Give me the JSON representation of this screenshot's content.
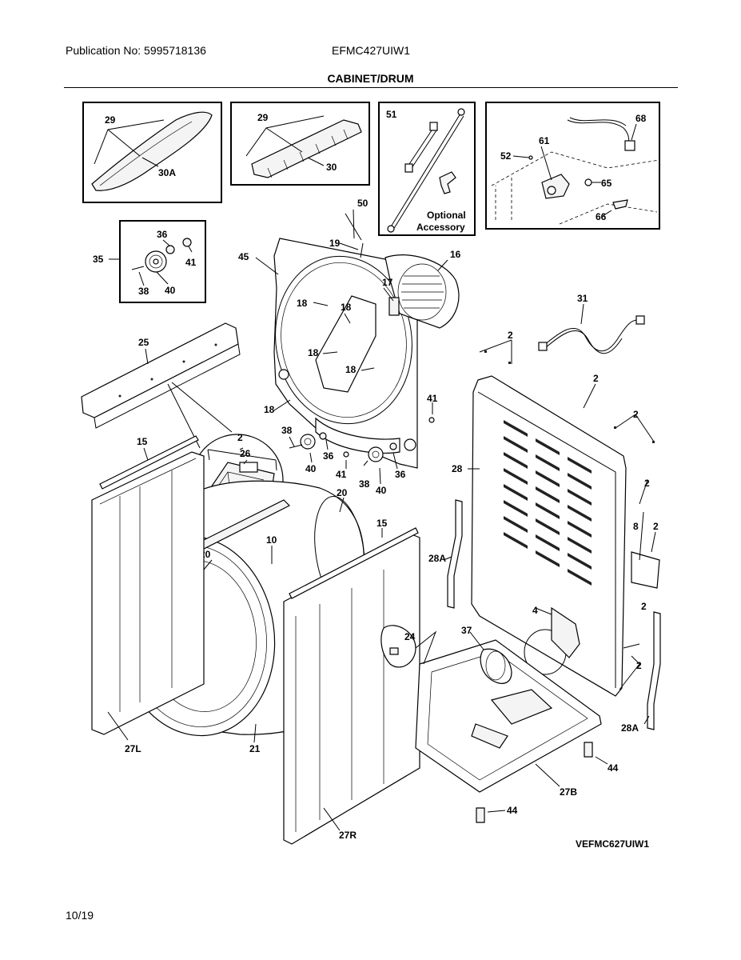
{
  "header": {
    "publication": "Publication No: 5995718136",
    "model": "EFMC427UIW1",
    "title": "CABINET/DRUM"
  },
  "footer": {
    "date": "10/19",
    "diagram_code": "VEFMC627UIW1"
  },
  "callouts": {
    "c29a": "29",
    "c30a": "30A",
    "c29b": "29",
    "c30": "30",
    "c51": "51",
    "c_opt1": "Optional",
    "c_opt2": "Accessory",
    "c68": "68",
    "c61": "61",
    "c52": "52",
    "c65": "65",
    "c66": "66",
    "c36a": "36",
    "c41a": "41",
    "c35": "35",
    "c38a": "38",
    "c40a": "40",
    "c50": "50",
    "c19": "19",
    "c45": "45",
    "c16": "16",
    "c17": "17",
    "c18a": "18",
    "c18b": "18",
    "c18c": "18",
    "c18d": "18",
    "c18e": "18",
    "c31": "31",
    "c25": "25",
    "c2a": "2",
    "c2b": "2",
    "c2c": "2",
    "c2d": "2",
    "c2e": "2",
    "c2f": "2",
    "c2g": "2",
    "c2h": "2",
    "c26": "26",
    "c41b": "41",
    "c38b": "38",
    "c36b": "36",
    "c40b": "40",
    "c41c": "41",
    "c38c": "38",
    "c40c": "40",
    "c36c": "36",
    "c15a": "15",
    "c15b": "15",
    "c20a": "20",
    "c20b": "20",
    "c10": "10",
    "c28": "28",
    "c8": "8",
    "c28Aa": "28A",
    "c28Ab": "28A",
    "c4": "4",
    "c37": "37",
    "c24": "24",
    "c27L": "27L",
    "c21": "21",
    "c27R": "27R",
    "c27B": "27B",
    "c44a": "44",
    "c44b": "44"
  }
}
